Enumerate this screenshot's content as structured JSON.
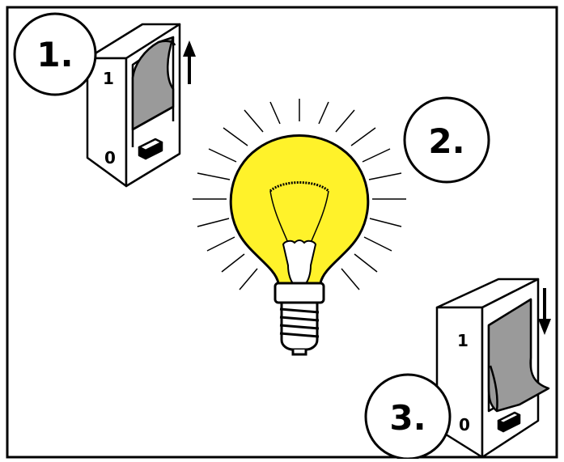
{
  "steps": {
    "step1": {
      "number": "1."
    },
    "step2": {
      "number": "2."
    },
    "step3": {
      "number": "3."
    }
  },
  "switch_on": {
    "top_label": "1",
    "bottom_label": "0",
    "position": "on",
    "arrow": "up-arrow-icon"
  },
  "switch_off": {
    "top_label": "1",
    "bottom_label": "0",
    "position": "off",
    "arrow": "down-arrow-icon"
  },
  "colors": {
    "bulb_glass": "#fff22a",
    "rocker": "#9a9a9a",
    "line": "#000000",
    "background": "#ffffff"
  }
}
